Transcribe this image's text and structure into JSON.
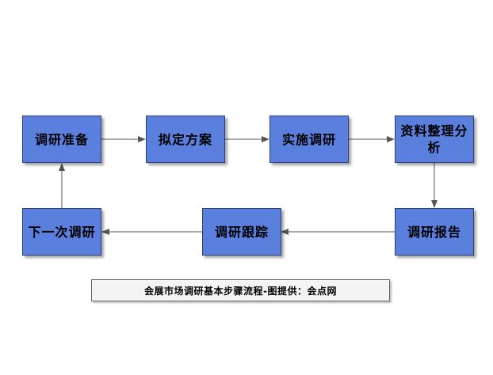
{
  "nodes": {
    "n1": "调研准备",
    "n2": "拟定方案",
    "n3": "实施调研",
    "n4": "资料整理分析",
    "n5": "调研报告",
    "n6": "调研跟踪",
    "n7": "下一次调研"
  },
  "caption": "会展市场调研基本步骤流程-图提供：会点网",
  "colors": {
    "node_fill": "#5b7fdd",
    "node_border": "#2b3f78",
    "arrow": "#555555"
  }
}
